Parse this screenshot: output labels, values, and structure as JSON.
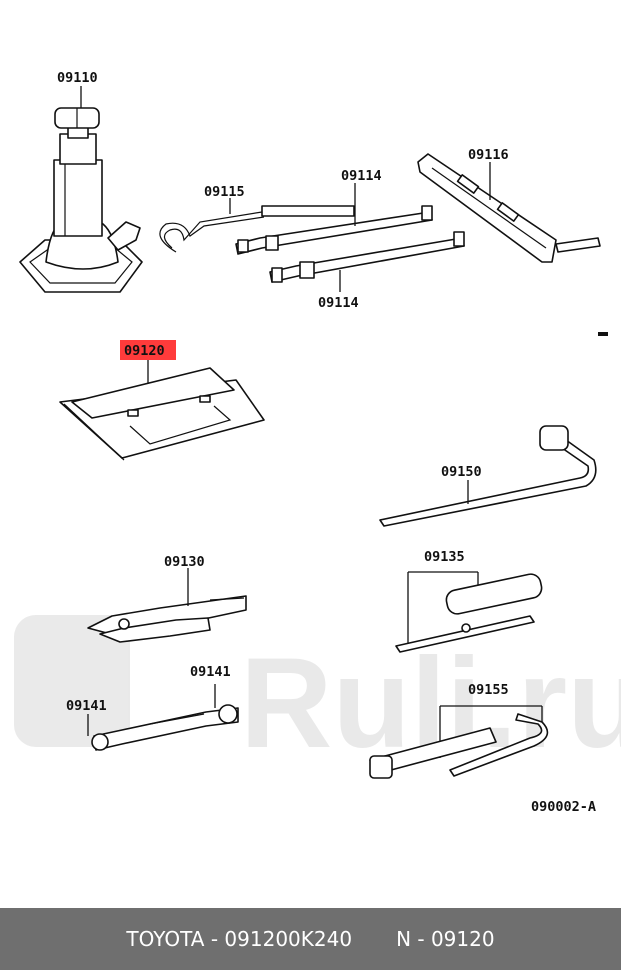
{
  "parts": {
    "p09110": "09110",
    "p09115": "09115",
    "p09114_top": "09114",
    "p09114_bottom": "09114",
    "p09116": "09116",
    "p09120": "09120",
    "p09150": "09150",
    "p09130": "09130",
    "p09135": "09135",
    "p09141_right": "09141",
    "p09141_left": "09141",
    "p09155": "09155"
  },
  "diagram_code": "090002-A",
  "highlight_color": "#ff3b3b",
  "watermark": {
    "text": "Ruli.ru"
  },
  "footer": {
    "part_number": "TOYOTA - 091200K240",
    "position": "N - 09120"
  }
}
